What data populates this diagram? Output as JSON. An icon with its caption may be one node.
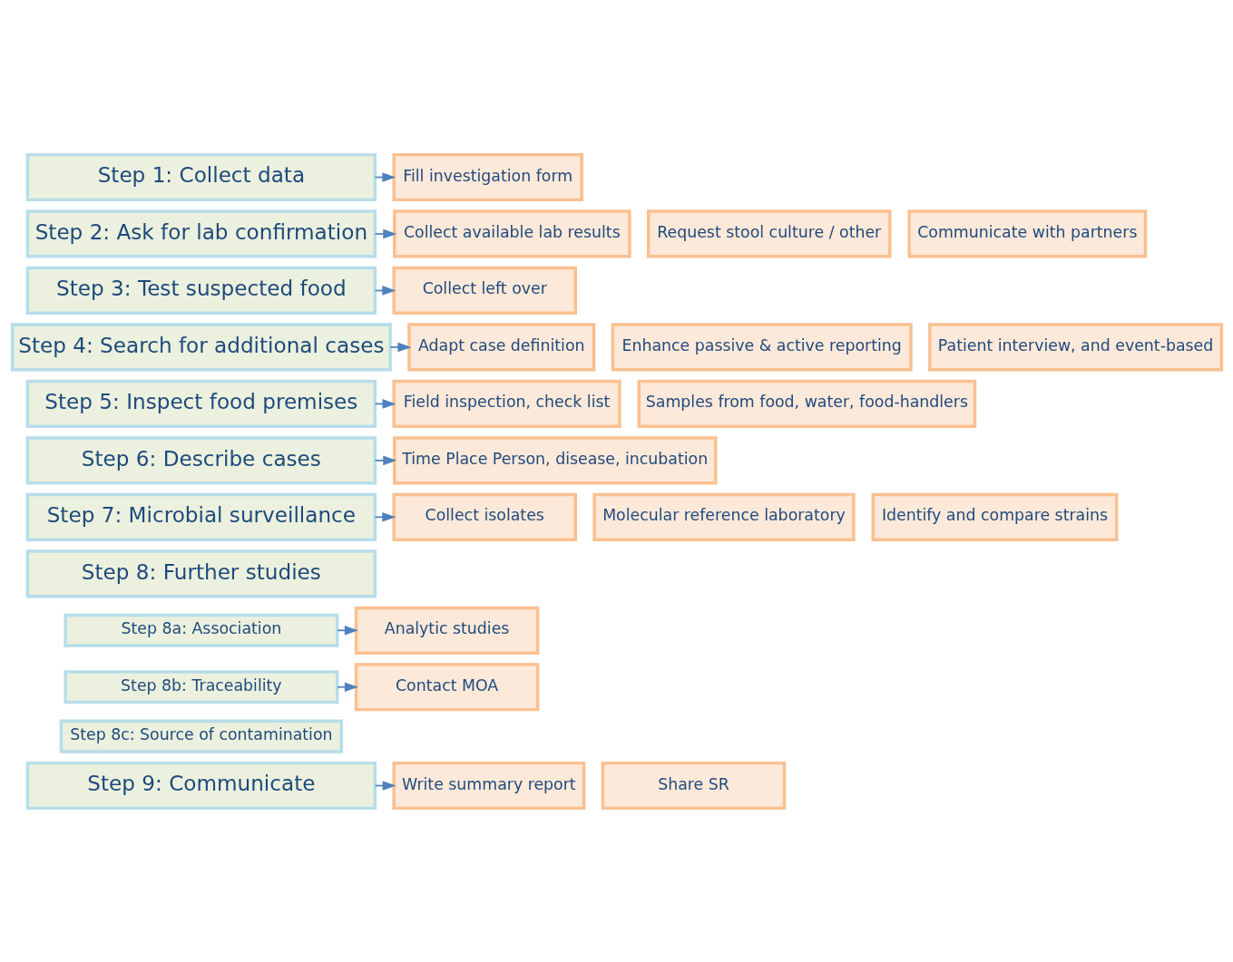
{
  "diagram": {
    "nodes": [
      {
        "text": [
          "Step 1: Collect data"
        ]
      },
      {
        "text": [
          "Fill investigation form"
        ]
      },
      {
        "text": [
          "Step 2: Ask for lab confirmation"
        ]
      },
      {
        "text": [
          "Collect available lab results"
        ]
      },
      {
        "text": [
          "Request stool culture / other"
        ]
      },
      {
        "text": [
          "Communicate with partners"
        ]
      },
      {
        "text": [
          "Step 3: Test suspected food"
        ]
      },
      {
        "text": [
          "Collect left over"
        ]
      },
      {
        "text": [
          "Step 4: Search for additional cases"
        ]
      },
      {
        "text": [
          "Adapt case definition"
        ]
      },
      {
        "text": [
          "Enhance passive & active reporting"
        ]
      },
      {
        "text": [
          "Patient interview, and event-based"
        ]
      },
      {
        "text": [
          "Step 5: Inspect food premises"
        ]
      },
      {
        "text": [
          "Field inspection, check list"
        ]
      },
      {
        "text": [
          "Samples from food, water, food-handlers"
        ]
      },
      {
        "text": [
          "Step 6: Describe cases"
        ]
      },
      {
        "text": [
          "Time Place Person, disease, incubation"
        ]
      },
      {
        "text": [
          "Step 7: Microbial surveillance"
        ]
      },
      {
        "text": [
          "Collect isolates"
        ]
      },
      {
        "text": [
          "Molecular reference laboratory"
        ]
      },
      {
        "text": [
          "Identify and compare strains"
        ]
      },
      {
        "text": [
          "Step 8: Further studies"
        ]
      },
      {
        "text": [
          "Step 8a: Association"
        ]
      },
      {
        "text": [
          "Analytic studies"
        ]
      },
      {
        "text": [
          "Step 8b: Traceability"
        ]
      },
      {
        "text": [
          "Contact MOA"
        ]
      },
      {
        "text": [
          "Step 8c: Source of contamination"
        ]
      },
      {
        "text": [
          "Step 9: Communicate"
        ]
      },
      {
        "text": [
          "Write summary report"
        ]
      },
      {
        "text": [
          "Share SR"
        ]
      }
    ],
    "edges": [
      {
        "from": 0,
        "to": 1,
        "arrow": "to"
      },
      {
        "from": 2,
        "to": 3,
        "arrow": "to"
      },
      {
        "from": 6,
        "to": 7,
        "arrow": "to"
      },
      {
        "from": 8,
        "to": 9,
        "arrow": "to"
      },
      {
        "from": 12,
        "to": 13,
        "arrow": "to"
      },
      {
        "from": 15,
        "to": 16,
        "arrow": "to"
      },
      {
        "from": 17,
        "to": 18,
        "arrow": "to"
      },
      {
        "from": 22,
        "to": 23,
        "arrow": "to"
      },
      {
        "from": 24,
        "to": 25,
        "arrow": "to"
      },
      {
        "from": 27,
        "to": 28,
        "arrow": "to"
      }
    ]
  }
}
